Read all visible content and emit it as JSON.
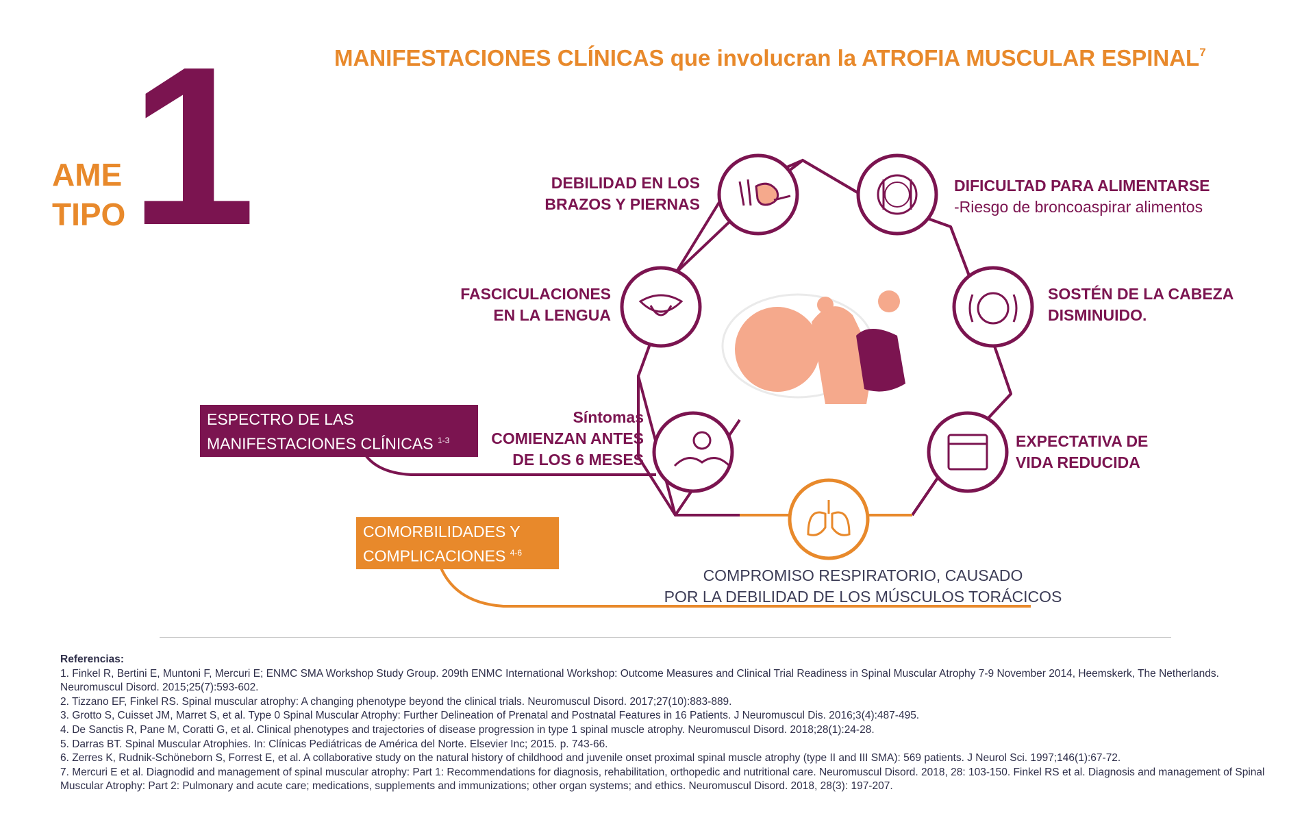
{
  "title": {
    "text": "MANIFESTACIONES CLÍNICAS que involucran la ATROFIA MUSCULAR ESPINAL",
    "sup": "7"
  },
  "type_label": {
    "line1": "AME",
    "line2": "TIPO",
    "number": "1"
  },
  "symptoms": {
    "weakness": {
      "line1": "DEBILIDAD EN LOS",
      "line2": "BRAZOS Y PIERNAS",
      "icon": "arms-legs-icon"
    },
    "feeding": {
      "line1": "DIFICULTAD PARA ALIMENTARSE",
      "line2": "-Riesgo de broncoaspirar alimentos",
      "icon": "plate-cutlery-icon"
    },
    "tongue": {
      "line1": "FASCICULACIONES",
      "line2": "EN LA LENGUA",
      "icon": "tongue-icon"
    },
    "head": {
      "line1": "SOSTÉN DE LA CABEZA",
      "line2": "DISMINUIDO.",
      "icon": "head-icon"
    },
    "onset": {
      "line1": "Síntomas",
      "line2": "COMIENZAN ANTES",
      "line3": "DE LOS 6 MESES",
      "icon": "hands-baby-icon"
    },
    "life": {
      "line1": "EXPECTATIVA DE",
      "line2": "VIDA REDUCIDA",
      "icon": "calendar-icon"
    },
    "respiratory": {
      "line1": "COMPROMISO RESPIRATORIO, CAUSADO",
      "line2": "POR LA DEBILIDAD DE LOS MÚSCULOS TORÁCICOS",
      "icon": "lungs-icon"
    }
  },
  "boxes": {
    "spectrum": {
      "line1": "ESPECTRO DE LAS",
      "line2": "MANIFESTACIONES CLÍNICAS",
      "sup": "1-3"
    },
    "comorbid": {
      "line1": "COMORBILIDADES Y",
      "line2": "COMPLICACIONES",
      "sup": "4-6"
    }
  },
  "center_icon": "baby-icon",
  "colors": {
    "purple": "#7b1450",
    "orange": "#e8892b",
    "skin": "#f5a98c",
    "text_dark": "#3c3c56"
  },
  "references": {
    "heading": "Referencias:",
    "items": [
      "1. Finkel R, Bertini E, Muntoni F, Mercuri E; ENMC SMA Workshop Study Group. 209th ENMC International Workshop: Outcome Measures and Clinical Trial Readiness in Spinal Muscular Atrophy 7-9 November 2014, Heemskerk, The Netherlands. Neuromuscul Disord. 2015;25(7):593-602.",
      "2. Tizzano EF, Finkel RS. Spinal muscular atrophy: A changing phenotype beyond the clinical trials. Neuromuscul Disord. 2017;27(10):883-889.",
      "3. Grotto S, Cuisset JM, Marret S, et al. Type 0 Spinal Muscular Atrophy: Further Delineation of Prenatal and Postnatal Features in 16 Patients. J Neuromuscul Dis. 2016;3(4):487-495.",
      "4. De Sanctis R, Pane M, Coratti G, et al. Clinical phenotypes and trajectories of disease progression in type 1 spinal muscle atrophy. Neuromuscul Disord. 2018;28(1):24-28.",
      "5. Darras BT. Spinal Muscular Atrophies. In: Clínicas Pediátricas de América del Norte. Elsevier Inc; 2015. p. 743-66.",
      "6. Zerres K, Rudnik-Schöneborn S, Forrest E, et al. A collaborative study on the natural history of childhood and juvenile onset proximal spinal muscle atrophy (type II and III SMA): 569 patients. J Neurol Sci. 1997;146(1):67-72.",
      "7. Mercuri E et al. Diagnodid and management of spinal muscular atrophy:  Part 1: Recommendations for diagnosis, rehabilitation, orthopedic and nutritional care. Neuromuscul Disord. 2018, 28: 103-150. Finkel RS et al. Diagnosis and management of Spinal Muscular Atrophy: Part 2: Pulmonary and acute care; medications, supplements and immunizations; other organ systems; and ethics. Neuromuscul Disord. 2018, 28(3): 197-207."
    ]
  }
}
